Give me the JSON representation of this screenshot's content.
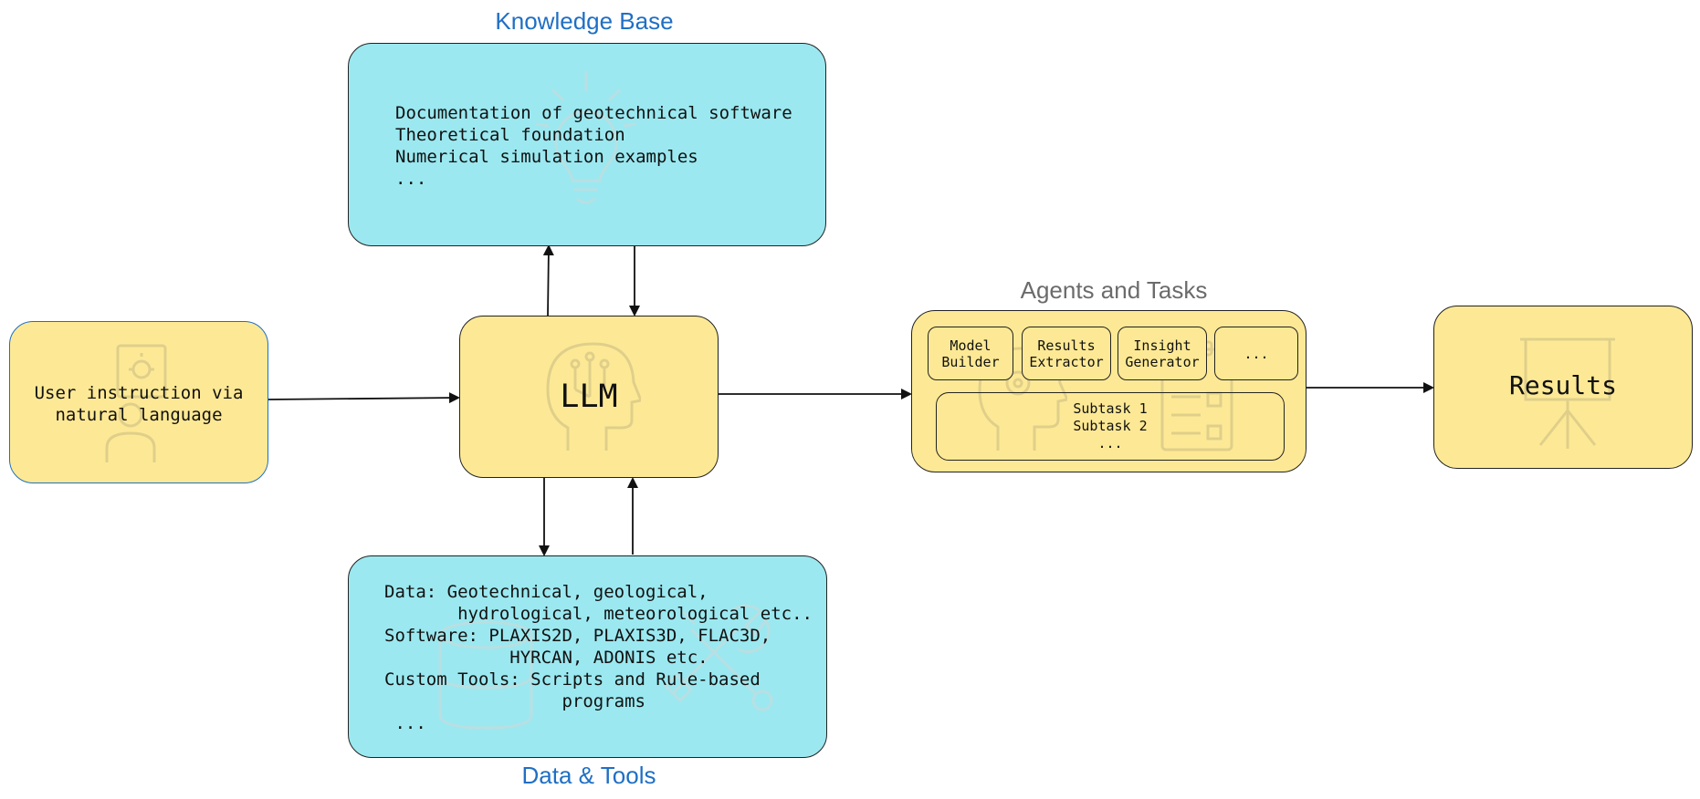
{
  "knowledge_base": {
    "title": "Knowledge Base",
    "lines": [
      "Documentation of geotechnical software",
      "Theoretical foundation",
      "Numerical simulation examples",
      "..."
    ]
  },
  "user_instruction": {
    "lines": [
      "User instruction via",
      "natural language"
    ]
  },
  "llm": {
    "label": "LLM"
  },
  "agents": {
    "title": "Agents and Tasks",
    "agent_boxes": [
      [
        "Model",
        "Builder"
      ],
      [
        "Results",
        "Extractor"
      ],
      [
        "Insight",
        "Generator"
      ],
      [
        "..."
      ]
    ],
    "subtasks": [
      "Subtask 1",
      "Subtask 2",
      "..."
    ]
  },
  "results": {
    "label": "Results"
  },
  "data_tools": {
    "title": "Data & Tools",
    "lines": [
      "Data: Geotechnical, geological,",
      "       hydrological, meteorological etc..",
      "Software: PLAXIS2D, PLAXIS3D, FLAC3D,",
      "            HYRCAN, ADONIS etc.",
      "Custom Tools: Scripts and Rule-based",
      "                 programs",
      " ..."
    ]
  },
  "colors": {
    "yellow": "#fde995",
    "cyan": "#9be8f0",
    "title_blue": "#1f6fc5",
    "title_grey": "#6b6b6b"
  },
  "icons": [
    "lightbulb-icon",
    "person-idea-icon",
    "brain-circuit-icon",
    "head-gear-icon",
    "checklist-icon",
    "presentation-icon",
    "database-icon",
    "tools-icon"
  ]
}
